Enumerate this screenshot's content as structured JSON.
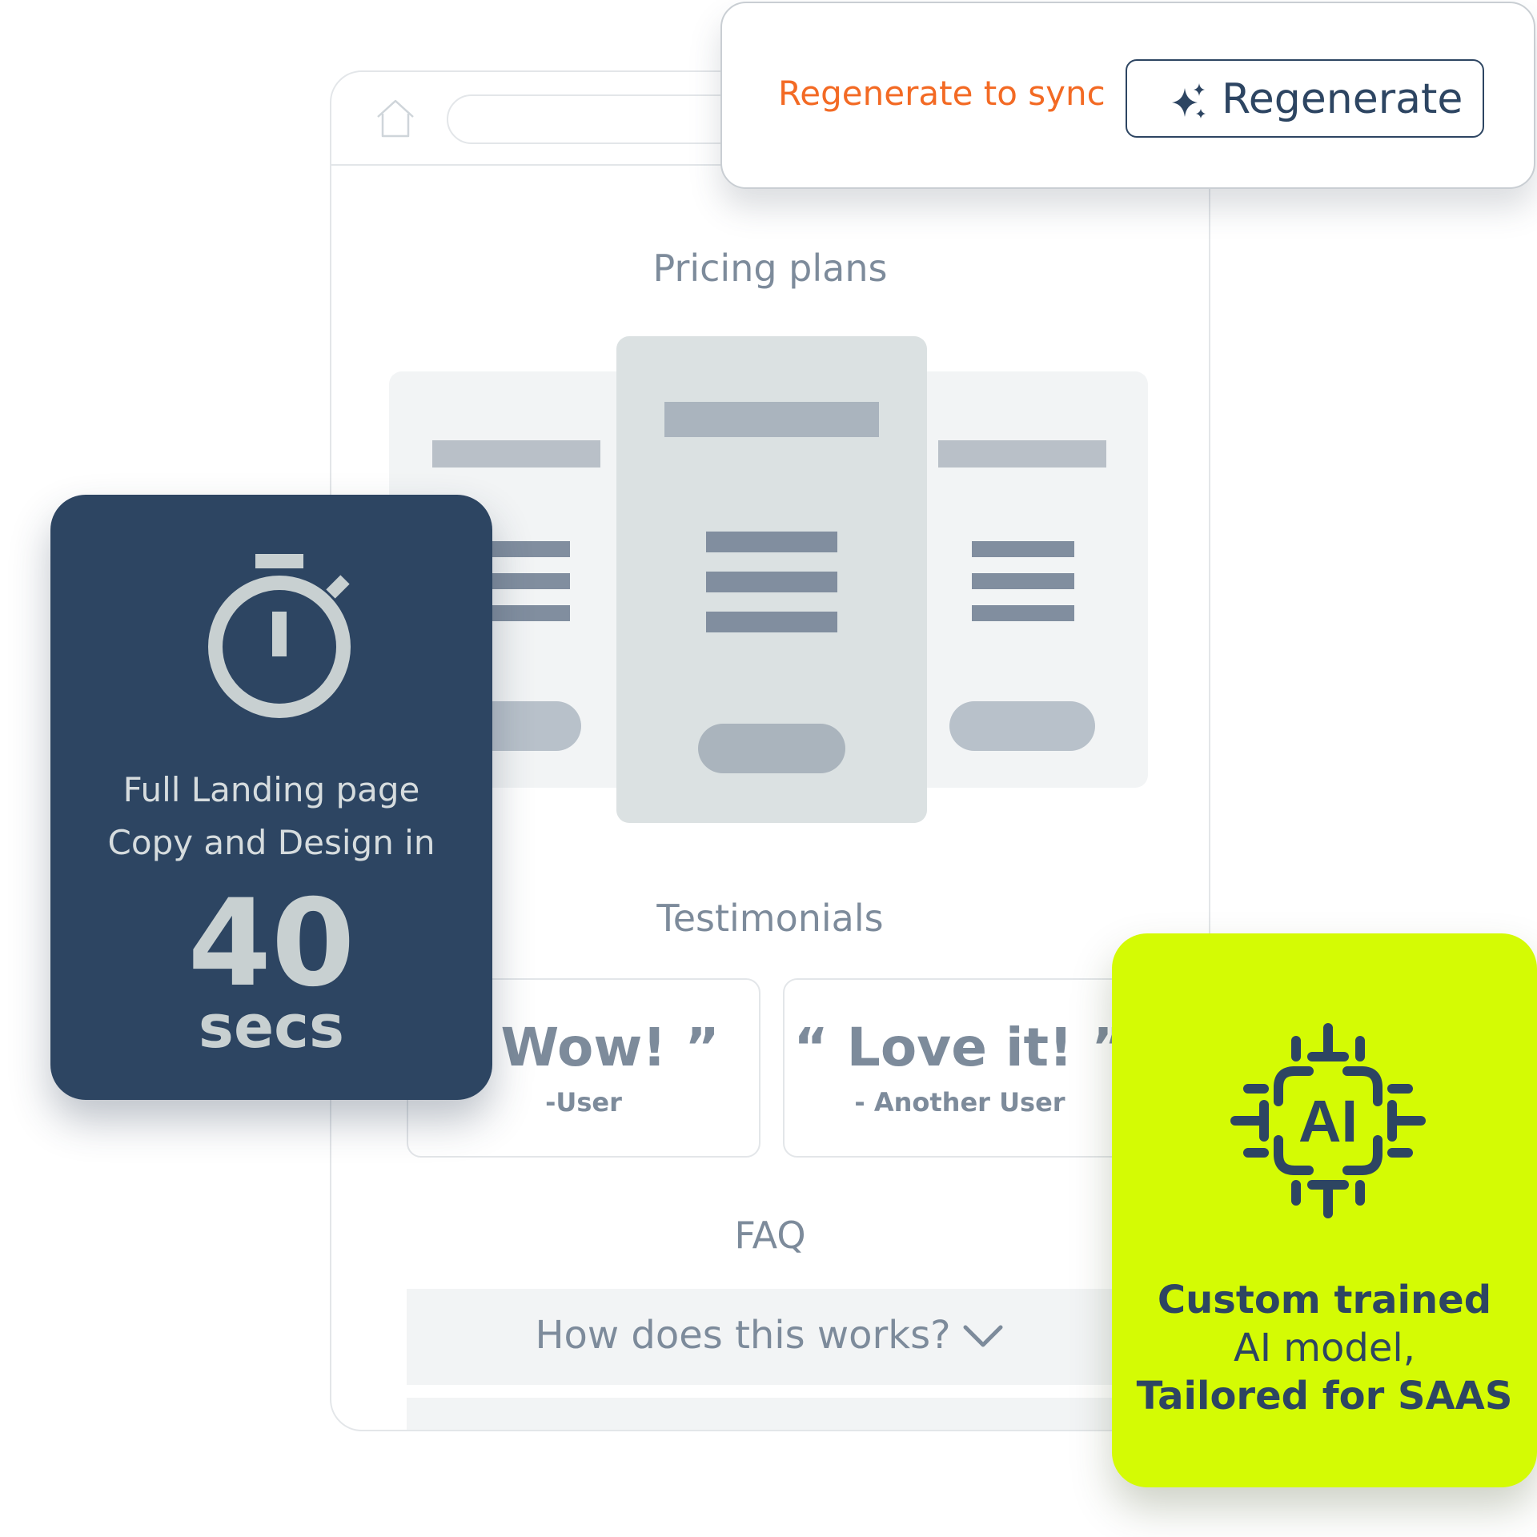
{
  "popup": {
    "sync_text": "Regenerate to sync",
    "regenerate_label": "Regenerate"
  },
  "sections": {
    "pricing_title": "Pricing plans",
    "testimonials_title": "Testimonials",
    "faq_title": "FAQ"
  },
  "testimonials": [
    {
      "quote": "“ Wow! ”",
      "author": "-User"
    },
    {
      "quote": "“ Love it! ”",
      "author": "-  Another User"
    }
  ],
  "faq": {
    "question": "How does this works?"
  },
  "timer_card": {
    "line1": "Full Landing page",
    "line2": "Copy and Design in",
    "number": "40",
    "unit": "secs"
  },
  "ai_card": {
    "chip_text": "AI",
    "line1": "Custom trained",
    "line2": "AI model,",
    "line3": "Tailored for SAAS"
  },
  "colors": {
    "navy": "#2d4562",
    "orange": "#f36a24",
    "lime": "#d4fb04",
    "muted_text": "#7d8b9b"
  },
  "icons": [
    "home-icon",
    "sparkle-icon",
    "stopwatch-icon",
    "chevron-down-icon",
    "ai-chip-icon"
  ]
}
